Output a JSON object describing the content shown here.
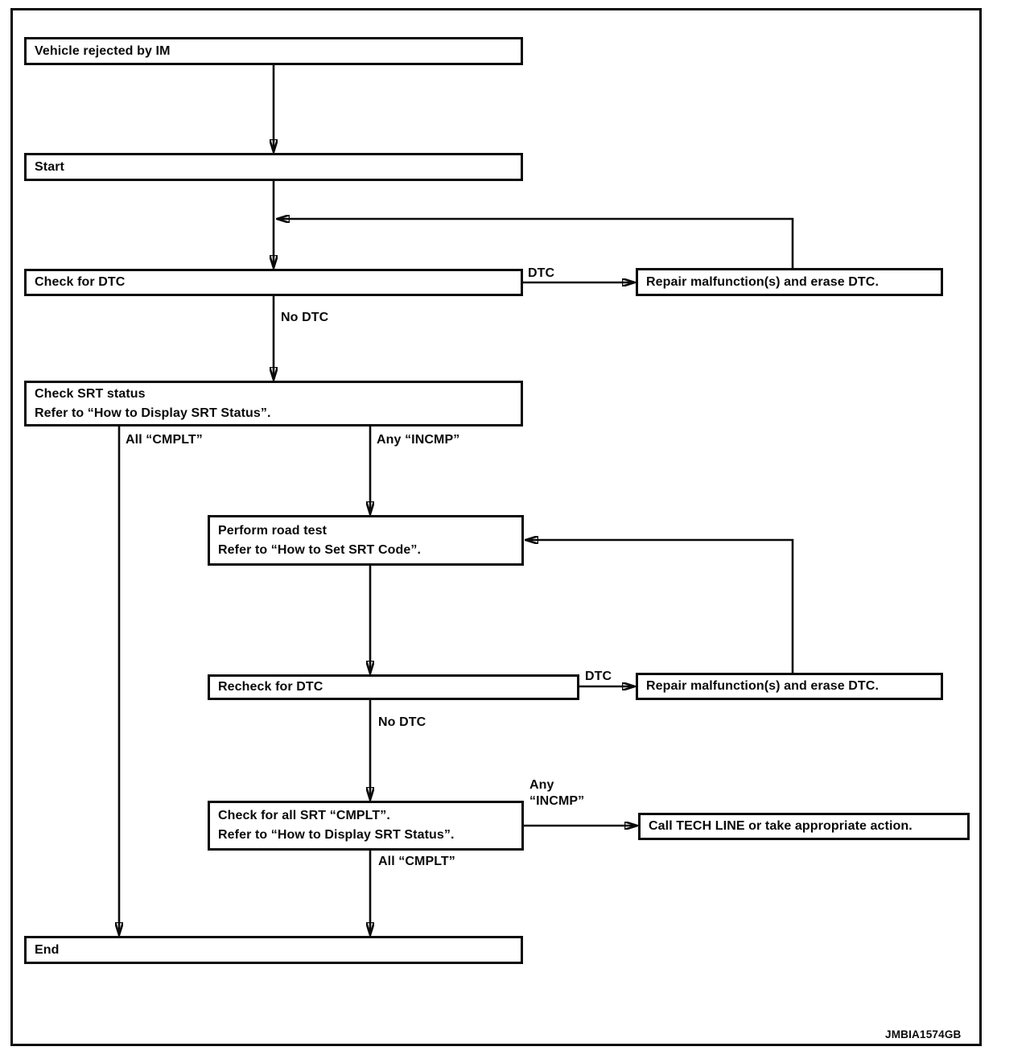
{
  "figure": {
    "code": "JMBIA1574GB",
    "type": "flowchart",
    "colors": {
      "line": "#0a0a0a",
      "background": "#ffffff"
    }
  },
  "nodes": {
    "vehicle_rejected": {
      "label": "Vehicle rejected by IM"
    },
    "start": {
      "label": "Start"
    },
    "check_dtc": {
      "label": "Check for DTC"
    },
    "repair_erase_1": {
      "label": "Repair malfunction(s) and erase DTC."
    },
    "check_srt_status": {
      "line1": "Check SRT status",
      "line2": "Refer to “How to Display SRT Status”."
    },
    "perform_road_test": {
      "line1": "Perform road test",
      "line2": "Refer to “How to Set SRT Code”."
    },
    "recheck_dtc": {
      "label": "Recheck for DTC"
    },
    "repair_erase_2": {
      "label": "Repair malfunction(s) and erase DTC."
    },
    "check_all_srt": {
      "line1": "Check for all SRT “CMPLT”.",
      "line2": "Refer to “How to Display SRT Status”."
    },
    "call_tech_line": {
      "label": "Call TECH LINE or take appropriate action."
    },
    "end": {
      "label": "End"
    }
  },
  "edge_labels": {
    "dtc_1": "DTC",
    "no_dtc_1": "No DTC",
    "all_cmplt_1": "All “CMPLT”",
    "any_incmp_1": "Any “INCMP”",
    "dtc_2": "DTC",
    "no_dtc_2": "No DTC",
    "any_incmp_2_line1": "Any",
    "any_incmp_2_line2": "“INCMP”",
    "all_cmplt_2": "All “CMPLT”"
  }
}
